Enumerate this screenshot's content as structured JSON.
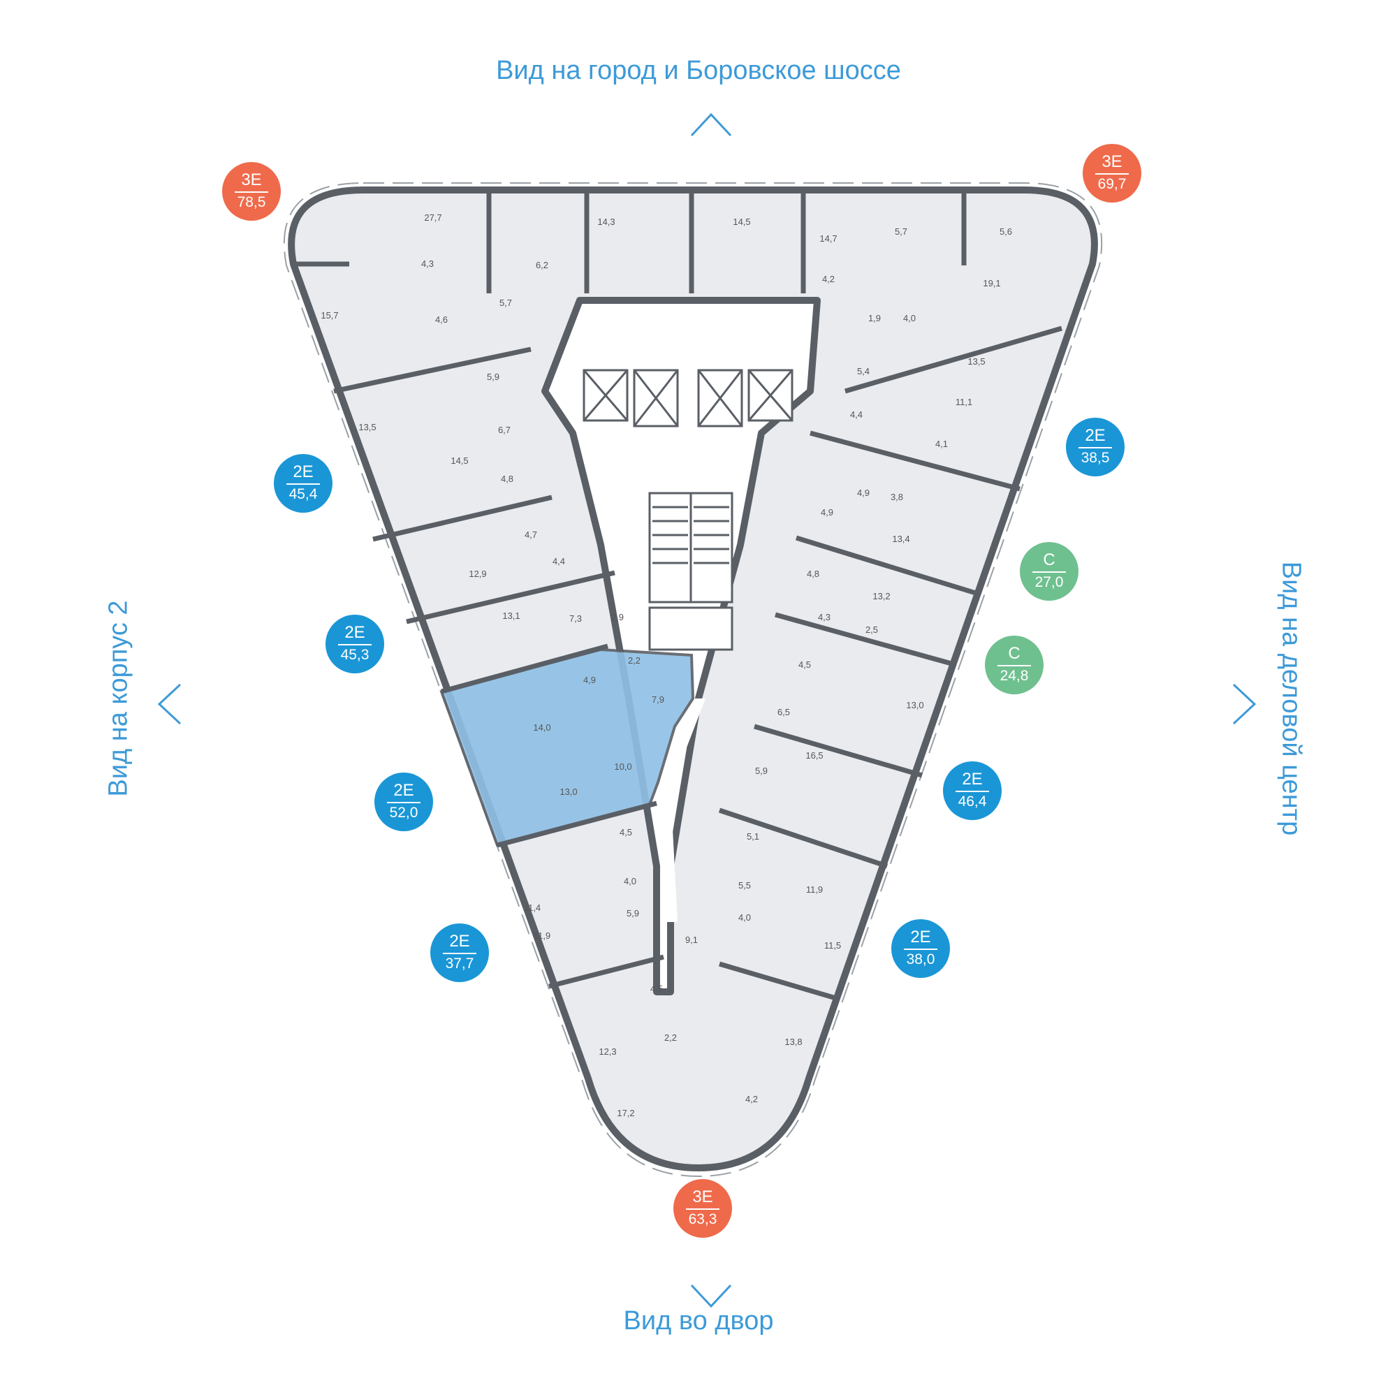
{
  "views": {
    "top": "Вид на город и Боровское шоссе",
    "bottom": "Вид во двор",
    "left": "Вид на корпус 2",
    "right": "Вид на деловой центр"
  },
  "colors": {
    "accent": "#3d9ad8",
    "three_room": "#ef6a4b",
    "two_room": "#1a96d6",
    "studio": "#6fc08f",
    "selected_apartment": "#8fc0e6",
    "floor_fill": "#e9ebee",
    "wall": "#5a5f66"
  },
  "apartments": [
    {
      "type": "3Е",
      "area": "78,5",
      "kind": "three"
    },
    {
      "type": "3Е",
      "area": "69,7",
      "kind": "three"
    },
    {
      "type": "2Е",
      "area": "45,4",
      "kind": "two"
    },
    {
      "type": "2Е",
      "area": "45,3",
      "kind": "two"
    },
    {
      "type": "2Е",
      "area": "52,0",
      "kind": "two",
      "selected": true
    },
    {
      "type": "2Е",
      "area": "37,7",
      "kind": "two"
    },
    {
      "type": "3Е",
      "area": "63,3",
      "kind": "three"
    },
    {
      "type": "2Е",
      "area": "38,5",
      "kind": "two"
    },
    {
      "type": "С",
      "area": "27,0",
      "kind": "studio"
    },
    {
      "type": "С",
      "area": "24,8",
      "kind": "studio"
    },
    {
      "type": "2Е",
      "area": "46,4",
      "kind": "two"
    },
    {
      "type": "2Е",
      "area": "38,0",
      "kind": "two"
    }
  ],
  "room_areas": [
    "27,7",
    "14,3",
    "14,5",
    "14,7",
    "5,7",
    "5,6",
    "4,3",
    "6,2",
    "4,2",
    "5,7",
    "19,1",
    "15,7",
    "4,6",
    "1,9",
    "4,0",
    "5,9",
    "5,4",
    "13,5",
    "13,5",
    "11,1",
    "6,7",
    "4,4",
    "14,5",
    "4,1",
    "4,8",
    "4,9",
    "3,8",
    "4,7",
    "4,9",
    "12,9",
    "13,4",
    "4,4",
    "4,8",
    "13,1",
    "7,3",
    "2,9",
    "13,2",
    "4,3",
    "2,5",
    "2,2",
    "4,9",
    "4,5",
    "7,9",
    "6,5",
    "13,0",
    "14,0",
    "16,5",
    "10,0",
    "5,9",
    "13,0",
    "4,5",
    "5,1",
    "4,0",
    "5,5",
    "11,9",
    "11,4",
    "5,9",
    "4,0",
    "11,9",
    "9,1",
    "11,5",
    "4,5",
    "2,2",
    "13,8",
    "12,3",
    "4,2",
    "17,2"
  ]
}
